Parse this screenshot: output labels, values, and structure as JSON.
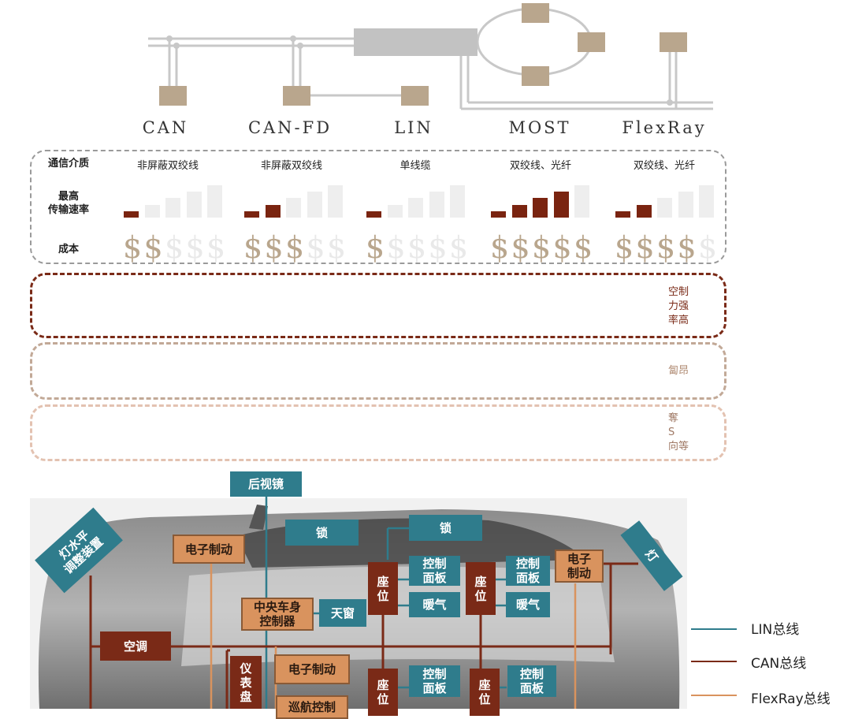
{
  "buses": {
    "can": "CAN",
    "canfd": "CAN-FD",
    "lin": "LIN",
    "most": "MOST",
    "flexray": "FlexRay"
  },
  "table": {
    "medium_label": "通信介质",
    "speed_label": "最高\n传输速率",
    "cost_label": "成本",
    "media": [
      "非屏蔽双绞线",
      "非屏蔽双绞线",
      "单线缆",
      "双绞线、光纤",
      "双绞线、光纤"
    ],
    "speed_levels": [
      1,
      2,
      1,
      4,
      2
    ],
    "cost_levels": [
      2,
      3,
      1,
      5,
      4
    ],
    "dollar_symbol": "$"
  },
  "side_notes": {
    "red": [
      "空制",
      "力强",
      "率高"
    ],
    "mid": "匐昂",
    "light": [
      "奪",
      "S",
      "向等"
    ]
  },
  "car": {
    "mirror": "后视镜",
    "lock_a": "锁",
    "lock_b": "锁",
    "headlight_level": "灯水平\n调整装置",
    "light": "灯",
    "ebrake_a": "电子制动",
    "ebrake_b": "电子\n制动",
    "ebrake_c": "电子制动",
    "seat_a": "座\n位",
    "seat_b": "座\n位",
    "seat_c": "座\n位",
    "seat_d": "座\n位",
    "panel_a": "控制\n面板",
    "panel_b": "控制\n面板",
    "panel_c": "控制\n面板",
    "panel_d": "控制\n面板",
    "heat_a": "暖气",
    "heat_b": "暖气",
    "body_ctrl": "中央车身\n控制器",
    "sunroof": "天窗",
    "ac": "空调",
    "cluster": "仪\n表\n盘",
    "cruise": "巡航控制"
  },
  "legend": {
    "lin": "LIN总线",
    "can": "CAN总线",
    "flexray": "FlexRay总线"
  },
  "colors": {
    "lin": "#2f7c8c",
    "can": "#7a2a17",
    "flexray": "#d9935e",
    "node": "#b9a68d",
    "bar_active": "#7a2410",
    "bar_inactive": "#eeeeee",
    "dollar_active": "#b9a68d",
    "dollar_inactive": "#e9e9e9"
  }
}
